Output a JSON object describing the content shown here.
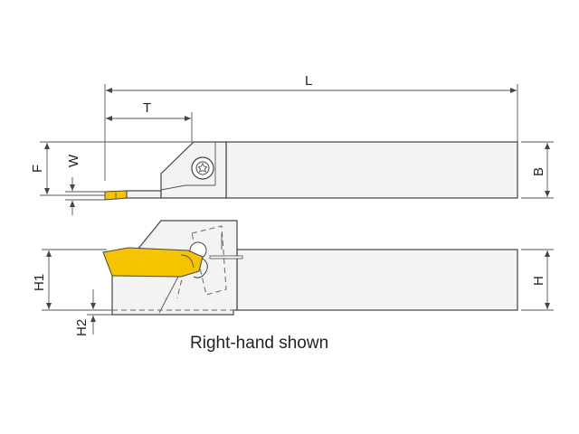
{
  "labels": {
    "L": "L",
    "T": "T",
    "W": "W",
    "F": "F",
    "B": "B",
    "H": "H",
    "H1": "H1",
    "H2": "H2"
  },
  "caption": "Right-hand shown",
  "colors": {
    "insert": "#f5c300",
    "body": "#f3f3f3",
    "line": "#444444"
  }
}
